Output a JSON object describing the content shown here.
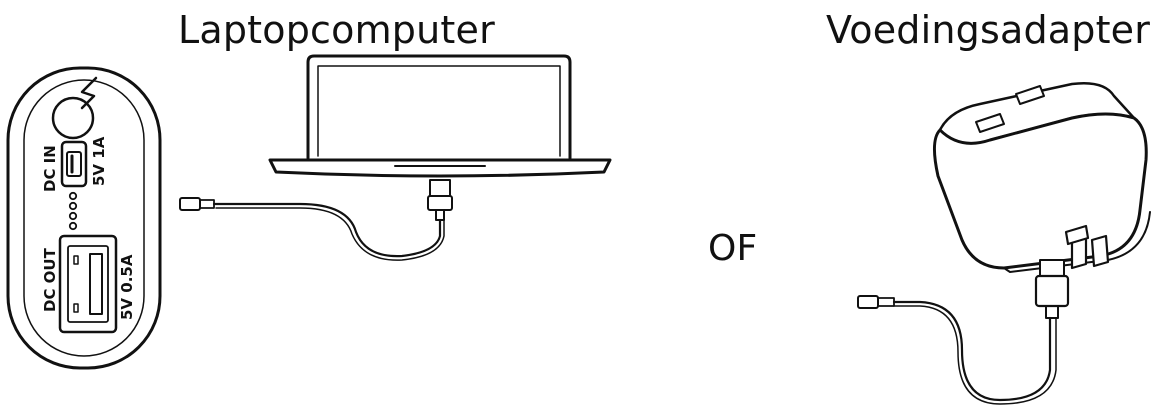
{
  "labels": {
    "laptop": "Laptopcomputer",
    "adapter": "Voedingsadapter",
    "or": "OF"
  },
  "power_bank": {
    "input_port_label": "DC IN",
    "input_rating": "5V 1A",
    "output_port_label": "DC OUT",
    "output_rating": "5V 0.5A",
    "button_icon": "lightning-icon"
  },
  "colors": {
    "line": "#111111",
    "fill": "#ffffff"
  }
}
